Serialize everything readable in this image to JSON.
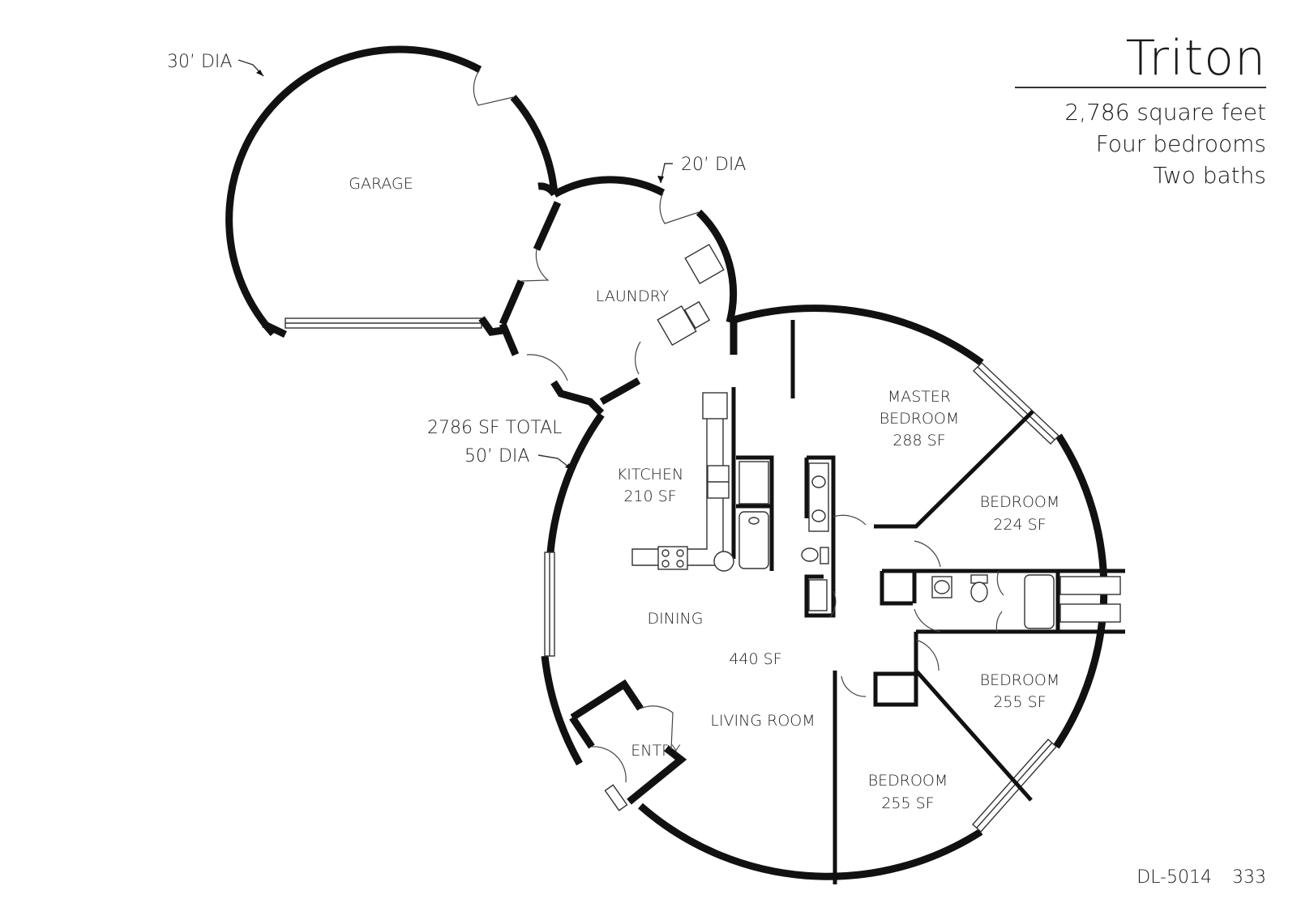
{
  "title": {
    "name": "Triton",
    "area": "2,786 square feet",
    "bedrooms": "Four bedrooms",
    "baths": "Two baths"
  },
  "dimensions": {
    "garage_dia": "30’ DIA",
    "laundry_dia": "20’ DIA",
    "total_sf": "2786 SF TOTAL",
    "main_dia": "50’ DIA"
  },
  "rooms": {
    "garage": "GARAGE",
    "laundry": "LAUNDRY",
    "master_name_1": "MASTER",
    "master_name_2": "BEDROOM",
    "master_sf": "288 SF",
    "kitchen": "KITCHEN",
    "kitchen_sf": "210 SF",
    "bedroom_ne": "BEDROOM",
    "bedroom_ne_sf": "224 SF",
    "dining": "DINING",
    "living_sf": "440 SF",
    "living": "LIVING ROOM",
    "bedroom_e": "BEDROOM",
    "bedroom_e_sf": "255 SF",
    "entry": "ENTRY",
    "bedroom_s": "BEDROOM",
    "bedroom_s_sf": "255 SF"
  },
  "footer": {
    "code": "DL-5014",
    "page": "333"
  }
}
